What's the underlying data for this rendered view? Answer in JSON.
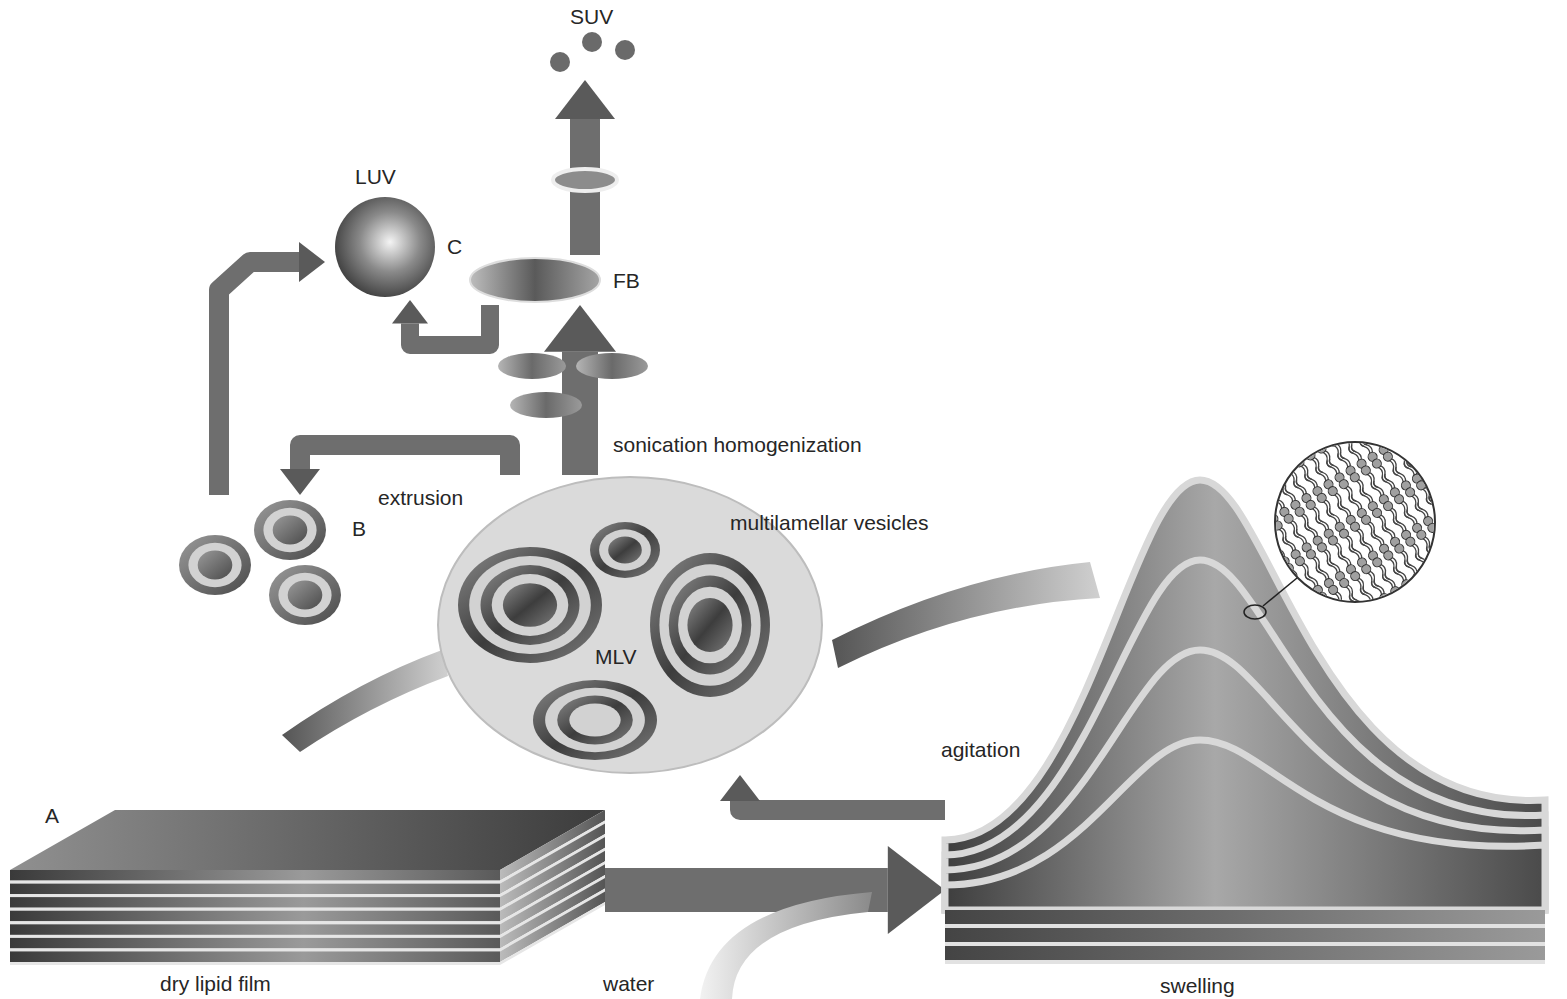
{
  "diagram": {
    "nodes": [
      {
        "text": [
          "A",
          "dry lipid film"
        ]
      },
      {
        "text": [
          "swelling"
        ]
      },
      {
        "text": [
          "multilamellar vesicles",
          "MLV"
        ]
      },
      {
        "text": [
          "B"
        ]
      },
      {
        "text": [
          "LUV",
          "C"
        ]
      },
      {
        "text": [
          "FB"
        ]
      },
      {
        "text": [
          "SUV"
        ]
      }
    ],
    "edges": [
      {
        "from": 0,
        "to": 1,
        "label": "water",
        "arrow": "to"
      },
      {
        "from": 1,
        "to": 2,
        "label": "agitation",
        "arrow": "to"
      },
      {
        "from": 2,
        "to": 3,
        "label": "extrusion",
        "arrow": "to"
      },
      {
        "from": 3,
        "to": 4,
        "arrow": "to"
      },
      {
        "from": 2,
        "to": 5,
        "label": "sonication homogenization",
        "arrow": "to"
      },
      {
        "from": 5,
        "to": 4,
        "arrow": "to"
      },
      {
        "from": 5,
        "to": 6,
        "arrow": "to"
      }
    ]
  }
}
